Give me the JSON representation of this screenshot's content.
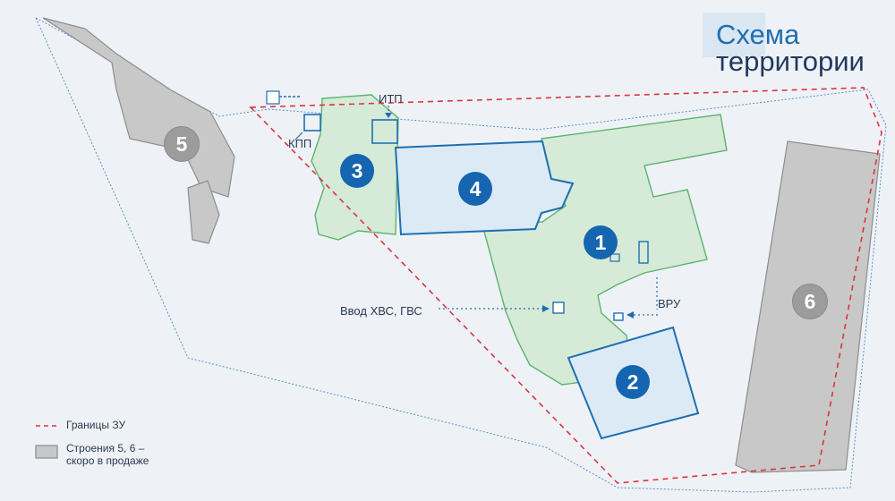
{
  "title": {
    "line1": "Схема",
    "line2": "территории"
  },
  "buildings": [
    {
      "id": "1",
      "status": "main"
    },
    {
      "id": "2",
      "status": "main"
    },
    {
      "id": "3",
      "status": "main"
    },
    {
      "id": "4",
      "status": "main"
    },
    {
      "id": "5",
      "status": "soon"
    },
    {
      "id": "6",
      "status": "soon"
    }
  ],
  "labels": {
    "kpp": "КПП",
    "itp": "ИТП",
    "vru": "ВРУ",
    "water_input": "Ввод ХВС, ГВС"
  },
  "legend": {
    "boundary": "Границы ЗУ",
    "soon_line1": "Строения 5, 6 –",
    "soon_line2": "скоро в продаже"
  },
  "colors": {
    "background": "#eef2f7",
    "green_fill": "#d6ead8",
    "green_stroke": "#5cb36c",
    "blue_fill": "#dceaf6",
    "blue_stroke": "#1f6fb0",
    "grey_fill": "#c8c8c8",
    "grey_stroke": "#8d8d8d",
    "boundary": "#d9363e",
    "badge_blue": "#1565b0",
    "badge_grey": "#9c9c9c"
  }
}
